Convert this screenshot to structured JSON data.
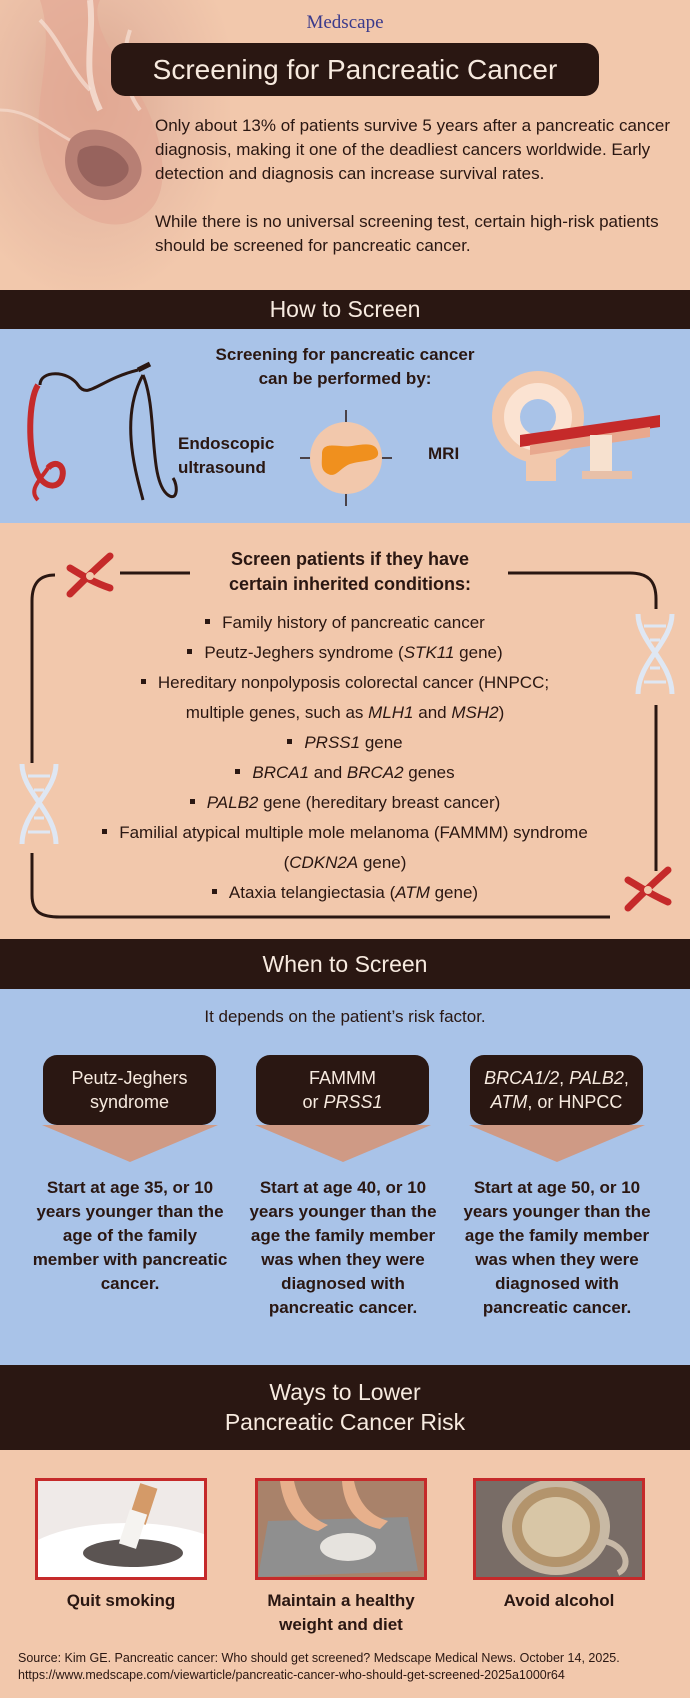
{
  "header": {
    "logo": "Medscape",
    "title": "Screening for Pancreatic Cancer",
    "intro_p1": "Only about 13% of patients survive 5 years after a pancreatic cancer diagnosis, making it one of the deadliest cancers worldwide. Early detection and diagnosis can increase survival rates.",
    "intro_p2": "While there is no universal screening test, certain high-risk patients should be screened for pancreatic cancer."
  },
  "how": {
    "heading": "How to Screen",
    "subtitle_line1": "Screening for pancreatic cancer",
    "subtitle_line2": "can be performed by:",
    "method_1_line1": "Endoscopic",
    "method_1_line2": "ultrasound",
    "method_2": "MRI"
  },
  "inherited": {
    "heading_line1": "Screen patients if they have",
    "heading_line2": "certain inherited conditions:",
    "items": [
      {
        "text": "Family history of pancreatic cancer"
      },
      {
        "pre": "Peutz-Jeghers syndrome (",
        "it": "STK11",
        "post": " gene)"
      },
      {
        "text": "Hereditary nonpolyposis colorectal cancer (HNPCC;"
      },
      {
        "pre": "multiple genes, such as ",
        "it": "MLH1",
        "mid": " and ",
        "it2": "MSH2",
        "post": ")"
      },
      {
        "it": "PRSS1",
        "post": " gene"
      },
      {
        "it": "BRCA1",
        "mid": " and ",
        "it2": "BRCA2",
        "post": " genes"
      },
      {
        "it": "PALB2",
        "post": " gene (hereditary breast cancer)"
      },
      {
        "text": "Familial atypical multiple mole melanoma (FAMMM) syndrome"
      },
      {
        "pre": "(",
        "it": "CDKN2A",
        "post": " gene)"
      },
      {
        "pre": "Ataxia telangiectasia (",
        "it": "ATM",
        "post": " gene)"
      }
    ]
  },
  "when": {
    "heading": "When to Screen",
    "subtitle": "It depends on the patient’s risk factor.",
    "groups": [
      {
        "label_line1": "Peutz-Jeghers",
        "label_line2": "syndrome",
        "desc": "Start at age 35, or 10 years younger than the age of the family member with pancreatic cancer."
      },
      {
        "label_line1": "FAMMM",
        "label_line2_pre": "or ",
        "label_line2_it": "PRSS1",
        "desc": "Start at age 40, or 10 years younger than the age the family member was when they were diagnosed with pancreatic cancer."
      },
      {
        "label_line1_it1": "BRCA1/2",
        "label_line1_sep": ", ",
        "label_line1_it2": "PALB2",
        "label_line1_end": ",",
        "label_line2_it": "ATM",
        "label_line2_post": ", or HNPCC",
        "desc": "Start at age 50, or 10 years younger than the age the family member was when they were diagnosed with pancreatic cancer."
      }
    ]
  },
  "lower": {
    "heading_line1": "Ways to Lower",
    "heading_line2": "Pancreatic Cancer Risk",
    "items": [
      {
        "caption": "Quit smoking"
      },
      {
        "caption_line1": "Maintain a healthy",
        "caption_line2": "weight and diet"
      },
      {
        "caption": "Avoid alcohol"
      }
    ]
  },
  "source": {
    "line1": "Source: Kim GE. Pancreatic cancer: Who should get screened? Medscape Medical News. October 14, 2025.",
    "line2": "https://www.medscape.com/viewarticle/pancreatic-cancer-who-should-get-screened-2025a1000r64"
  },
  "colors": {
    "dark_brown": "#2a1712",
    "peach": "#f2c8ac",
    "light_blue": "#a9c3e8",
    "arrow_salmon": "#cf9a85",
    "accent_red": "#c52a2a"
  }
}
